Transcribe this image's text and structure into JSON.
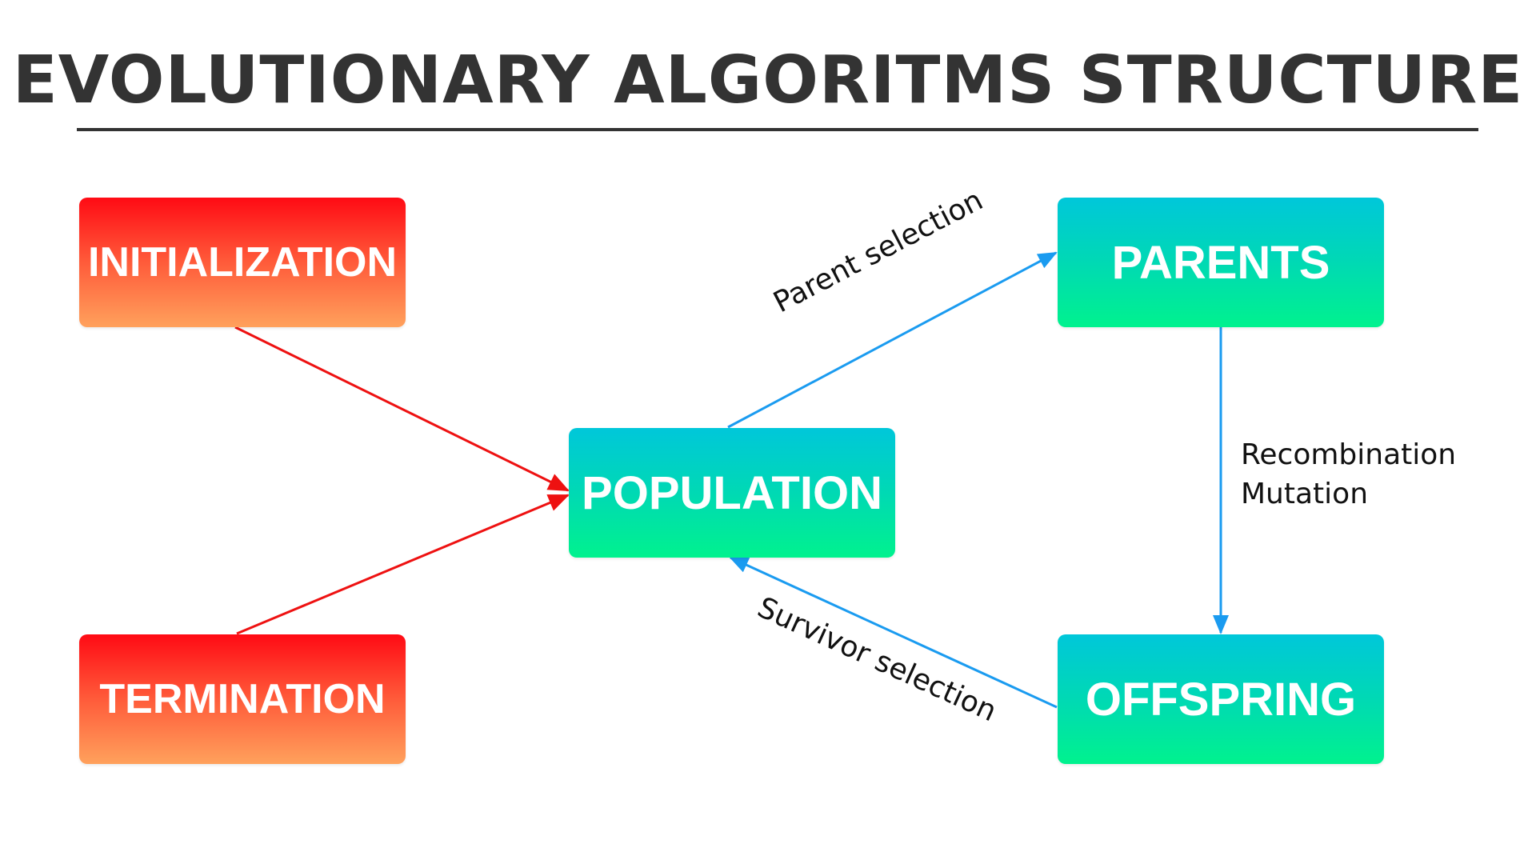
{
  "title": "EVOLUTIONARY ALGORITMS STRUCTURE",
  "nodes": {
    "initialization": "INITIALIZATION",
    "termination": "TERMINATION",
    "population": "POPULATION",
    "parents": "PARENTS",
    "offspring": "OFFSPRING"
  },
  "edges": {
    "parent_selection": "Parent selection",
    "recombination": "Recombination",
    "mutation": "Mutation",
    "survivor_selection": "Survivor selection"
  },
  "colors": {
    "title": "#333333",
    "red_arrow": "#ee1111",
    "blue_arrow": "#1a9bf0",
    "red_box_top": "#ff0a14",
    "red_box_bottom": "#ffa15c",
    "teal_box_top": "#00c7da",
    "teal_box_bottom": "#00f28e"
  }
}
